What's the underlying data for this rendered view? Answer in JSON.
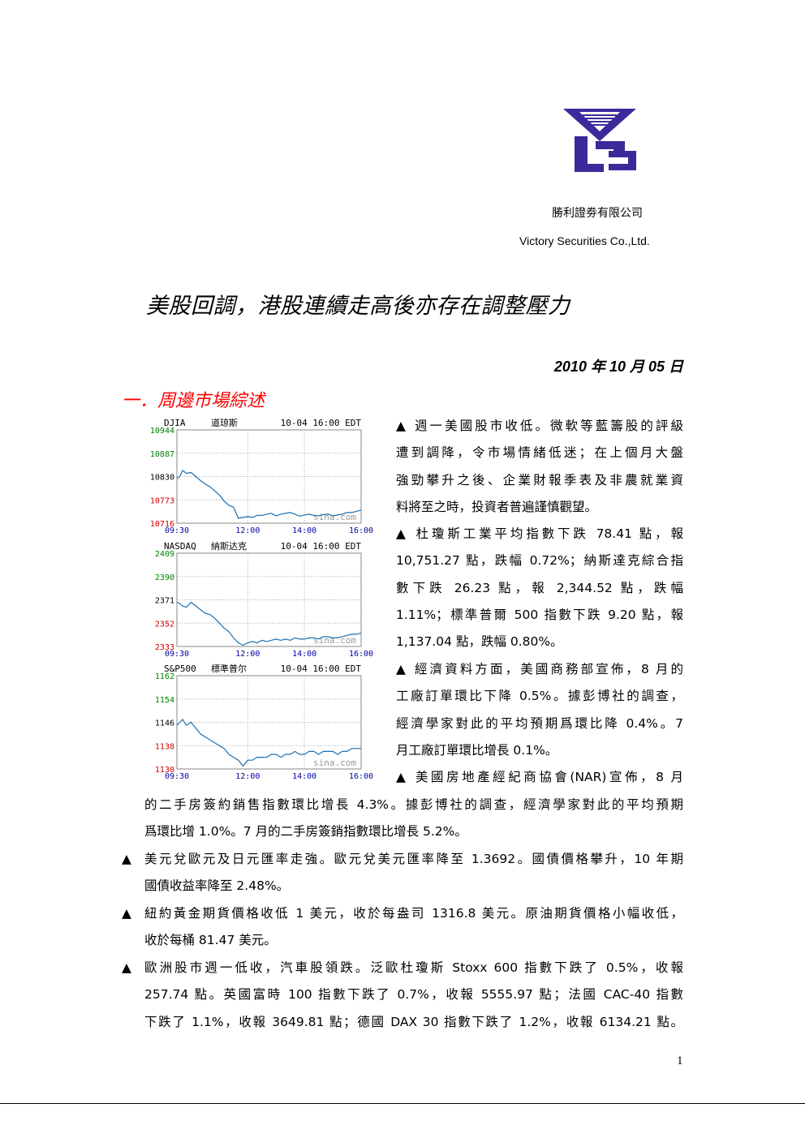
{
  "header": {
    "company_cn": "勝利證劵有限公司",
    "company_en": "Victory Securities Co.,Ltd.",
    "logo_color": "#3a2a9a"
  },
  "title": "美股回調，港股連續走高後亦存在調整壓力",
  "date": "2010 年 10 月 05 日",
  "section_heading": "一．周邊市場綜述",
  "chart_data": [
    {
      "type": "line",
      "title_code": "DJIA",
      "title_name": "道琼斯",
      "timestamp": "10-04 16:00 EDT",
      "watermark": "sina.com",
      "x_ticks": [
        "09:30",
        "12:00",
        "14:00",
        "16:00"
      ],
      "y_ticks": [
        "10944",
        "10887",
        "10830",
        "10773",
        "10716"
      ],
      "ylim": [
        10716,
        10944
      ],
      "reference": 10830,
      "x": [
        0,
        6,
        12,
        20,
        30,
        40,
        50,
        60,
        70,
        80,
        90,
        100,
        110,
        120,
        130,
        140,
        150,
        160,
        170,
        180,
        190,
        200,
        210,
        220,
        230,
        240,
        250,
        260,
        270,
        280,
        290,
        300,
        310,
        320,
        330,
        340,
        350,
        360,
        370,
        380,
        390
      ],
      "values": [
        10825,
        10830,
        10845,
        10838,
        10840,
        10830,
        10820,
        10812,
        10805,
        10795,
        10785,
        10770,
        10760,
        10755,
        10728,
        10730,
        10732,
        10730,
        10735,
        10735,
        10738,
        10740,
        10734,
        10738,
        10740,
        10742,
        10738,
        10733,
        10736,
        10738,
        10735,
        10734,
        10737,
        10738,
        10734,
        10736,
        10738,
        10742,
        10742,
        10745,
        10748
      ]
    },
    {
      "type": "line",
      "title_code": "NASDAQ",
      "title_name": "納斯达克",
      "timestamp": "10-04 16:00 EDT",
      "watermark": "sina.com",
      "x_ticks": [
        "09:30",
        "12:00",
        "14:00",
        "16:00"
      ],
      "y_ticks": [
        "2409",
        "2390",
        "2371",
        "2352",
        "2333"
      ],
      "ylim": [
        2333,
        2409
      ],
      "reference": 2371,
      "x": [
        0,
        6,
        12,
        20,
        30,
        40,
        50,
        60,
        70,
        80,
        90,
        100,
        110,
        120,
        130,
        140,
        150,
        160,
        170,
        180,
        190,
        200,
        210,
        220,
        230,
        240,
        250,
        260,
        270,
        280,
        290,
        300,
        310,
        320,
        330,
        340,
        350,
        360,
        370,
        380,
        390
      ],
      "values": [
        2369,
        2368,
        2366,
        2365,
        2369,
        2366,
        2363,
        2360,
        2359,
        2356,
        2352,
        2348,
        2345,
        2340,
        2336,
        2334,
        2336,
        2337,
        2336,
        2338,
        2337,
        2338,
        2339,
        2338,
        2339,
        2338,
        2340,
        2339,
        2339,
        2340,
        2340,
        2339,
        2341,
        2341,
        2340,
        2340,
        2341,
        2342,
        2343,
        2343,
        2344
      ]
    },
    {
      "type": "line",
      "title_code": "S&P500",
      "title_name": "標準普尔",
      "timestamp": "10-04 16:00 EDT",
      "watermark": "sina.com",
      "x_ticks": [
        "09:30",
        "12:00",
        "14:00",
        "16:00"
      ],
      "y_ticks": [
        "1162",
        "1154",
        "1146",
        "1138",
        "1130"
      ],
      "ylim": [
        1130,
        1162
      ],
      "reference": 1146,
      "x": [
        0,
        6,
        12,
        20,
        30,
        40,
        50,
        60,
        70,
        80,
        90,
        100,
        110,
        120,
        130,
        140,
        150,
        160,
        170,
        180,
        190,
        200,
        210,
        220,
        230,
        240,
        250,
        260,
        270,
        280,
        290,
        300,
        310,
        320,
        330,
        340,
        350,
        360,
        370,
        380,
        390
      ],
      "values": [
        1145,
        1146,
        1147,
        1145,
        1146,
        1144,
        1142,
        1141,
        1140,
        1139,
        1138,
        1137,
        1135,
        1134,
        1133,
        1131,
        1133,
        1133,
        1134,
        1134,
        1134,
        1135,
        1135,
        1134,
        1135,
        1135,
        1136,
        1135,
        1135,
        1136,
        1136,
        1135,
        1136,
        1136,
        1136,
        1135,
        1136,
        1136,
        1137,
        1137,
        1137
      ]
    }
  ],
  "paragraphs_right": [
    {
      "lines": [
        "▲  週一美國股市收低。微軟等藍籌股的評級",
        "遭到調降，令市場情緒低迷；在上個月大盤",
        "強勁攀升之後、企業財報季表及非農就業資",
        "料將至之時，投資者普遍謹慎觀望。"
      ]
    },
    {
      "lines": [
        "▲  杜瓊斯工業平均指數下跌  78.41  點，報",
        "10,751.27 點，跌幅 0.72%；納斯達克綜合指",
        "數下跌  26.23  點，報  2,344.52  點，跌幅",
        "1.11%；標準普爾 500 指數下跌 9.20 點，報",
        "1,137.04 點，跌幅 0.80%。"
      ]
    },
    {
      "lines": [
        "▲  經濟資料方面，美國商務部宣佈，8 月的",
        "工廠訂單環比下降 0.5%。據彭博社的調查，",
        "經濟學家對此的平均預期爲環比降  0.4%。7",
        "月工廠訂單環比增長 0.1%。"
      ]
    },
    {
      "lines": [
        "▲  美國房地產經紀商協會(NAR)宣佈，8  月"
      ]
    }
  ],
  "paragraphs_full": [
    {
      "marker": "",
      "lines": [
        "的二手房簽約銷售指數環比增長 4.3%。據彭博社的調查，經濟學家對此的平均預期",
        "爲環比增 1.0%。7 月的二手房簽銷指數環比增長 5.2%。"
      ]
    },
    {
      "marker": "▲",
      "lines": [
        "美元兌歐元及日元匯率走強。歐元兌美元匯率降至 1.3692。國債價格攀升，10 年期",
        "國債收益率降至 2.48%。"
      ]
    },
    {
      "marker": "▲",
      "lines": [
        "紐約黃金期貨價格收低 1 美元，收於每盎司 1316.8 美元。原油期貨價格小幅收低，",
        "收於每桶 81.47 美元。"
      ]
    },
    {
      "marker": "▲",
      "lines": [
        "歐洲股市週一低收，汽車股領跌。泛歐杜瓊斯 Stoxx 600 指數下跌了  0.5%，收報",
        "257.74 點。英國富時 100 指數下跌了 0.7%，收報 5555.97 點；法國 CAC-40 指數",
        "下跌了 1.1%，收報 3649.81 點；德國 DAX 30 指數下跌了 1.2%，收報 6134.21 點。"
      ]
    }
  ],
  "footer": {
    "page_number": "1"
  }
}
